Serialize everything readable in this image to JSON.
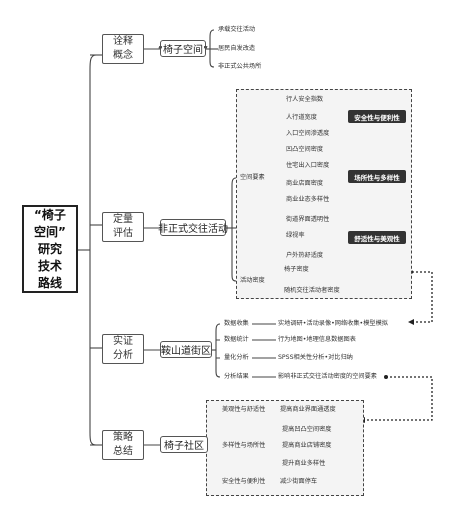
{
  "root": {
    "lines": [
      "“椅子",
      "空间”",
      "研究",
      "技术",
      "路线"
    ]
  },
  "categories": [
    {
      "lines": [
        "诠释",
        "概念"
      ],
      "sub": "“椅子空间”",
      "leaves": [
        "承载交往活动",
        "居民自发改造",
        "非正式公共场所"
      ]
    },
    {
      "lines": [
        "定量",
        "评估"
      ],
      "sub": "非正式交往活动",
      "branches": [
        {
          "label": "空间要素",
          "groups": [
            {
              "items": [
                "行人安全指数",
                "人行道宽度",
                "入口空间渗透度"
              ],
              "tag": "安全性与便利性"
            },
            {
              "items": [
                "凹凸空间密度",
                "住宅出入口密度",
                "商业店面密度",
                "商业业态多样性"
              ],
              "tag": "场所性与多样性"
            },
            {
              "items": [
                "街道界面透明性",
                "绿视率",
                "户外热舒适度"
              ],
              "tag": "舒适性与美观性"
            }
          ]
        },
        {
          "label": "活动密度",
          "items": [
            "椅子密度",
            "随机交往活动者密度"
          ]
        }
      ]
    },
    {
      "lines": [
        "实证",
        "分析"
      ],
      "sub": "鞍山道街区",
      "rows": [
        {
          "label": "数据收集",
          "detail": "实地调研•活动录像•网络收集•模型模拟"
        },
        {
          "label": "数据统计",
          "detail": "行为地图•地理信息数据图表"
        },
        {
          "label": "量化分析",
          "detail": "SPSS相关性分析•对比归纳"
        },
        {
          "label": "分析结果",
          "detail": "影响非正式交往活动密度的空间要素"
        }
      ]
    },
    {
      "lines": [
        "策略",
        "总结"
      ],
      "sub": "椅子社区",
      "rows": [
        {
          "label": "美观性与舒适性",
          "items": [
            "提高商业界面通透度"
          ]
        },
        {
          "label": "多样性与场所性",
          "items": [
            "提高凹凸空间密度",
            "提高商业店铺密度",
            "提升商业多样性"
          ]
        },
        {
          "label": "安全性与便利性",
          "items": [
            "减少街面停车"
          ]
        }
      ]
    }
  ]
}
